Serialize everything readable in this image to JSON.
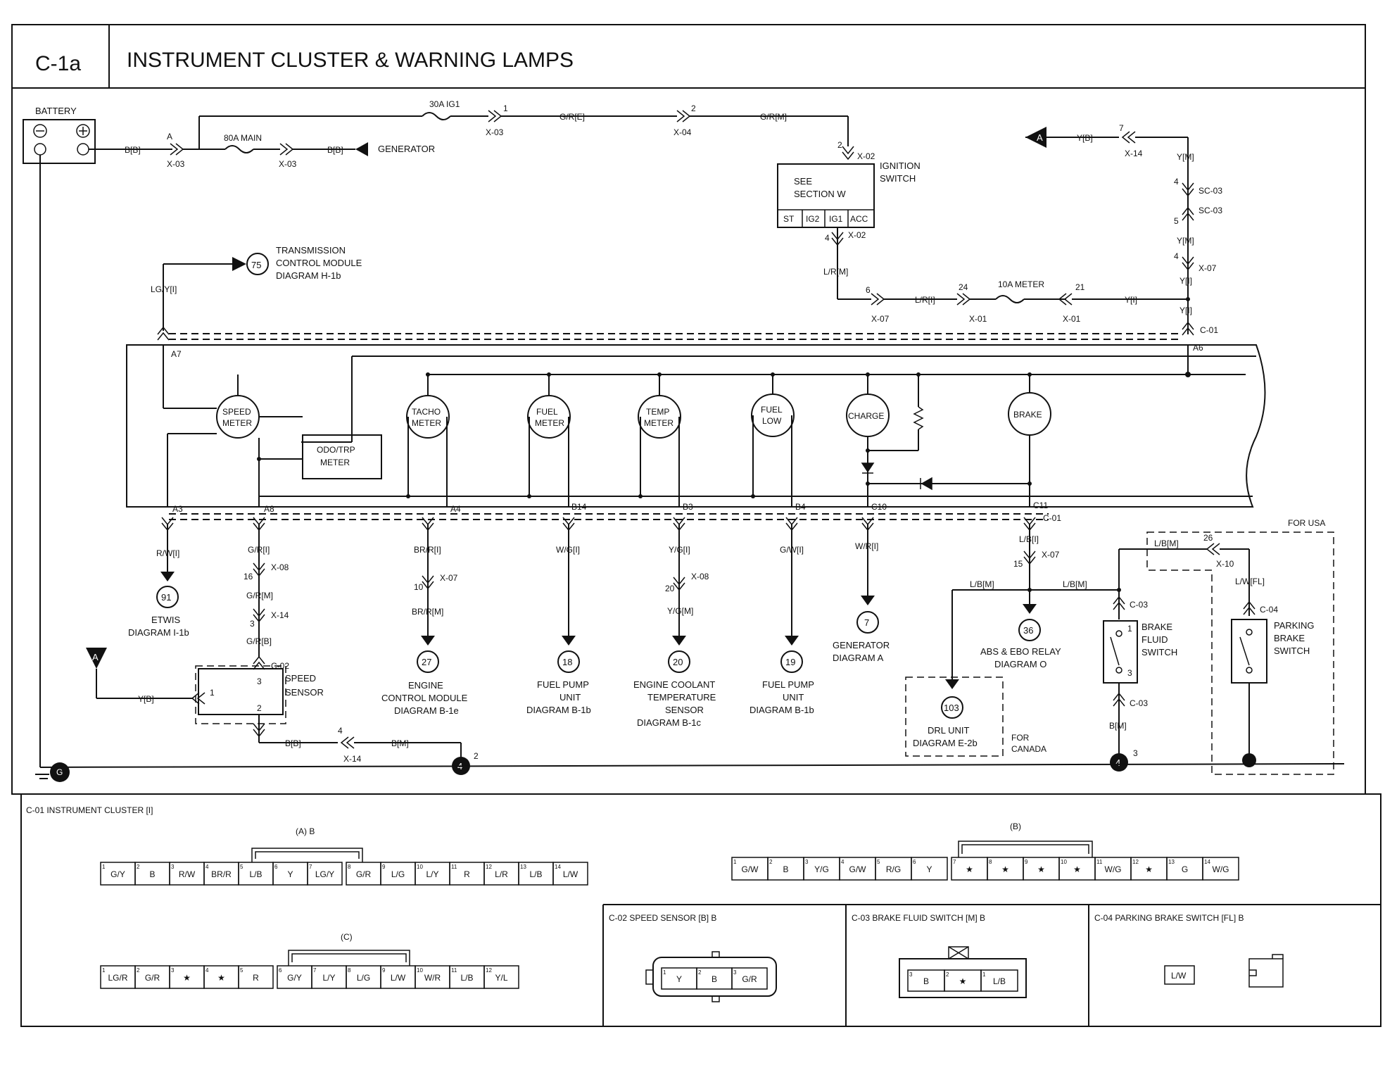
{
  "header": {
    "code": "C-1a",
    "title": "INSTRUMENT CLUSTER & WARNING LAMPS"
  },
  "power": {
    "battery": "BATTERY",
    "generator": "GENERATOR",
    "fuse_main": "80A MAIN",
    "fuse_ig1": "30A IG1",
    "fuse_meter": "10A METER",
    "w_bb1": "B[B]",
    "w_bb2": "B[B]",
    "w_gre": "G/R[E]",
    "w_grm": "G/R[M]",
    "pin_a": "A",
    "pin_1": "1",
    "pin_2": "2",
    "pin_2b": "2",
    "pin_4": "4",
    "pin_6": "6",
    "pin_24": "24",
    "pin_21": "21",
    "x03a": "X-03",
    "x03b": "X-03",
    "x03c": "X-03",
    "x04": "X-04",
    "x02a": "X-02",
    "x02b": "X-02",
    "ign_see": "SEE",
    "ign_section": "SECTION W",
    "ign_label1": "IGNITION",
    "ign_label2": "SWITCH",
    "ign_st": "ST",
    "ign_ig2": "IG2",
    "ign_ig1": "IG1",
    "ign_acc": "ACC",
    "w_lrm": "L/R[M]",
    "w_lri": "L/R[I]",
    "x07a": "X-07",
    "x01a": "X-01",
    "x01b": "X-01",
    "w_yi": "Y[I]"
  },
  "right_feed": {
    "a_label": "A",
    "w_yb": "Y[B]",
    "pin_7": "7",
    "x14": "X-14",
    "w_ym1": "Y[M]",
    "pin_4a": "4",
    "sc03a": "SC-03",
    "pin_5": "5",
    "sc03b": "SC-03",
    "w_ym2": "Y[M]",
    "pin_4b": "4",
    "x07": "X-07",
    "w_yi1": "Y[I]",
    "w_yi2": "Y[I]",
    "c01": "C-01",
    "a6": "A6"
  },
  "tcm": {
    "num": "75",
    "l1": "TRANSMISSION",
    "l2": "CONTROL MODULE",
    "l3": "DIAGRAM H-1b",
    "wire": "LG/Y[I]",
    "pin": "A7"
  },
  "gauges": {
    "speed": [
      "SPEED",
      "METER"
    ],
    "tacho": [
      "TACHO",
      "METER"
    ],
    "fuel": [
      "FUEL",
      "METER"
    ],
    "temp": [
      "TEMP",
      "METER"
    ],
    "fuellow": [
      "FUEL",
      "LOW"
    ],
    "charge": "CHARGE",
    "brake": "BRAKE",
    "odo": [
      "ODO/TRP",
      "METER"
    ]
  },
  "pins": {
    "a3": "A3",
    "a8": "A8",
    "a4": "A4",
    "b14": "B14",
    "b3": "B3",
    "b4": "B4",
    "c10": "C10",
    "c11": "C11",
    "c01": "C-01"
  },
  "outputs": {
    "etwis": {
      "wire": "R/W[I]",
      "num": "91",
      "l1": "ETWIS",
      "l2": "DIAGRAM I-1b"
    },
    "speed": {
      "w1": "G/R[I]",
      "x08": "X-08",
      "p16": "16",
      "w2": "G/R[M]",
      "x14": "X-14",
      "p3": "3",
      "w3": "G/R[B]",
      "c02": "C-02"
    },
    "ecm": {
      "w1": "BR/R[I]",
      "p10": "10",
      "x07": "X-07",
      "w2": "BR/R[M]",
      "num": "27",
      "l1": "ENGINE",
      "l2": "CONTROL MODULE",
      "l3": "DIAGRAM B-1e"
    },
    "fuelpump": {
      "wire": "W/G[I]",
      "num": "18",
      "l1": "FUEL PUMP",
      "l2": "UNIT",
      "l3": "DIAGRAM B-1b"
    },
    "ect": {
      "w1": "Y/G[I]",
      "p20": "20",
      "x08": "X-08",
      "w2": "Y/G[M]",
      "num": "20",
      "l1": "ENGINE COOLANT",
      "l2": "TEMPERATURE",
      "l3": "SENSOR",
      "l4": "DIAGRAM B-1c"
    },
    "fuelpump2": {
      "wire": "G/W[I]",
      "num": "19",
      "l1": "FUEL PUMP",
      "l2": "UNIT",
      "l3": "DIAGRAM B-1b"
    },
    "gen": {
      "wire": "W/R[I]",
      "num": "7",
      "l1": "GENERATOR",
      "l2": "DIAGRAM A"
    },
    "abs": {
      "w1": "L/B[I]",
      "p15": "15",
      "x07": "X-07",
      "wl": "L/B[M]",
      "wr": "L/B[M]",
      "num": "36",
      "l1": "ABS & EBO RELAY",
      "l2": "DIAGRAM O"
    },
    "drl": {
      "num": "103",
      "l1": "DRL UNIT",
      "l2": "DIAGRAM E-2b",
      "for1": "FOR",
      "for2": "CANADA"
    },
    "brakefluid": {
      "c03a": "C-03",
      "l1": "BRAKE",
      "l2": "FLUID",
      "l3": "SWITCH",
      "p1": "1",
      "p3": "3",
      "c03b": "C-03",
      "w": "B[M]"
    },
    "parking": {
      "forusa": "FOR USA",
      "w1": "L/B[M]",
      "p26": "26",
      "x10": "X-10",
      "w2": "L/W[FL]",
      "c04": "C-04",
      "l1": "PARKING",
      "l2": "BRAKE",
      "l3": "SWITCH"
    },
    "sensor": {
      "a": "A",
      "wire": "Y[B]",
      "p1": "1",
      "p2": "2",
      "p3": "3",
      "l1": "SPEED",
      "l2": "SENSOR"
    },
    "ground": {
      "wbb": "B[B]",
      "p4": "4",
      "x14": "X-14",
      "wbm": "B[M]",
      "g1": "4",
      "g1pin": "2",
      "g2": "4",
      "g2pin": "3",
      "g": "G"
    }
  },
  "connectors": {
    "c01_title": "C-01 INSTRUMENT CLUSTER [I]",
    "a_label": "(A) B",
    "b_label": "(B)",
    "c_label": "(C)",
    "a_cells": [
      [
        "1",
        "G/Y"
      ],
      [
        "2",
        "B"
      ],
      [
        "3",
        "R/W"
      ],
      [
        "4",
        "BR/R"
      ],
      [
        "5",
        "L/B"
      ],
      [
        "6",
        "Y"
      ],
      [
        "7",
        "LG/Y"
      ],
      [
        "8",
        "G/R"
      ],
      [
        "9",
        "L/G"
      ],
      [
        "10",
        "L/Y"
      ],
      [
        "11",
        "R"
      ],
      [
        "12",
        "L/R"
      ],
      [
        "13",
        "L/B"
      ],
      [
        "14",
        "L/W"
      ]
    ],
    "b_cells": [
      [
        "1",
        "G/W"
      ],
      [
        "2",
        "B"
      ],
      [
        "3",
        "Y/G"
      ],
      [
        "4",
        "G/W"
      ],
      [
        "5",
        "R/G"
      ],
      [
        "6",
        "Y"
      ],
      [
        "7",
        "★"
      ],
      [
        "8",
        "★"
      ],
      [
        "9",
        "★"
      ],
      [
        "10",
        "★"
      ],
      [
        "11",
        "W/G"
      ],
      [
        "12",
        "★"
      ],
      [
        "13",
        "G"
      ],
      [
        "14",
        "W/G"
      ]
    ],
    "c_cells": [
      [
        "1",
        "LG/R"
      ],
      [
        "2",
        "G/R"
      ],
      [
        "3",
        "★"
      ],
      [
        "4",
        "★"
      ],
      [
        "5",
        "R"
      ],
      [
        "6",
        "G/Y"
      ],
      [
        "7",
        "L/Y"
      ],
      [
        "8",
        "L/G"
      ],
      [
        "9",
        "L/W"
      ],
      [
        "10",
        "W/R"
      ],
      [
        "11",
        "L/B"
      ],
      [
        "12",
        "Y/L"
      ]
    ],
    "c02_title": "C-02 SPEED SENSOR [B] B",
    "c02_cells": [
      [
        "1",
        "Y"
      ],
      [
        "2",
        "B"
      ],
      [
        "3",
        "G/R"
      ]
    ],
    "c03_title": "C-03 BRAKE FLUID SWITCH [M] B",
    "c03_cells": [
      [
        "3",
        "B"
      ],
      [
        "2",
        "★"
      ],
      [
        "1",
        "L/B"
      ]
    ],
    "c04_title": "C-04 PARKING BRAKE SWITCH [FL] B",
    "c04_cell": "L/W"
  }
}
